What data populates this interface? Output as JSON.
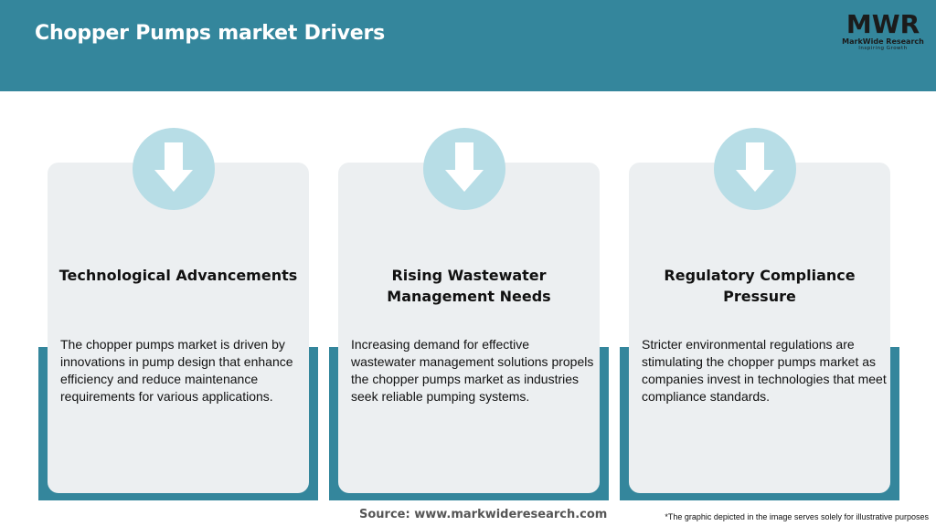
{
  "header": {
    "title": "Chopper Pumps market Drivers",
    "logo": {
      "mark": "MWR",
      "name": "MarkWide Research",
      "tagline": "Inspiring Growth"
    }
  },
  "cards": [
    {
      "title": "Technological Advancements",
      "text": "The chopper pumps market is driven by innovations in pump design that enhance efficiency and reduce maintenance requirements for various applications.",
      "icon": "down-arrow-icon"
    },
    {
      "title": "Rising Wastewater Management Needs",
      "text": "Increasing demand for effective wastewater management solutions propels the chopper pumps market as industries seek reliable pumping systems.",
      "icon": "down-arrow-icon"
    },
    {
      "title": "Regulatory Compliance Pressure",
      "text": "Stricter environmental regulations are stimulating the chopper pumps market as companies invest in technologies that meet compliance standards.",
      "icon": "down-arrow-icon"
    }
  ],
  "footer": {
    "source": "Source: www.markwideresearch.com",
    "disclaimer": "*The graphic depicted in the image serves solely for illustrative purposes"
  },
  "colors": {
    "header": "#34869c",
    "card": "#eceff1",
    "icon_circle": "#b7dde6",
    "accent": "#34869c"
  }
}
